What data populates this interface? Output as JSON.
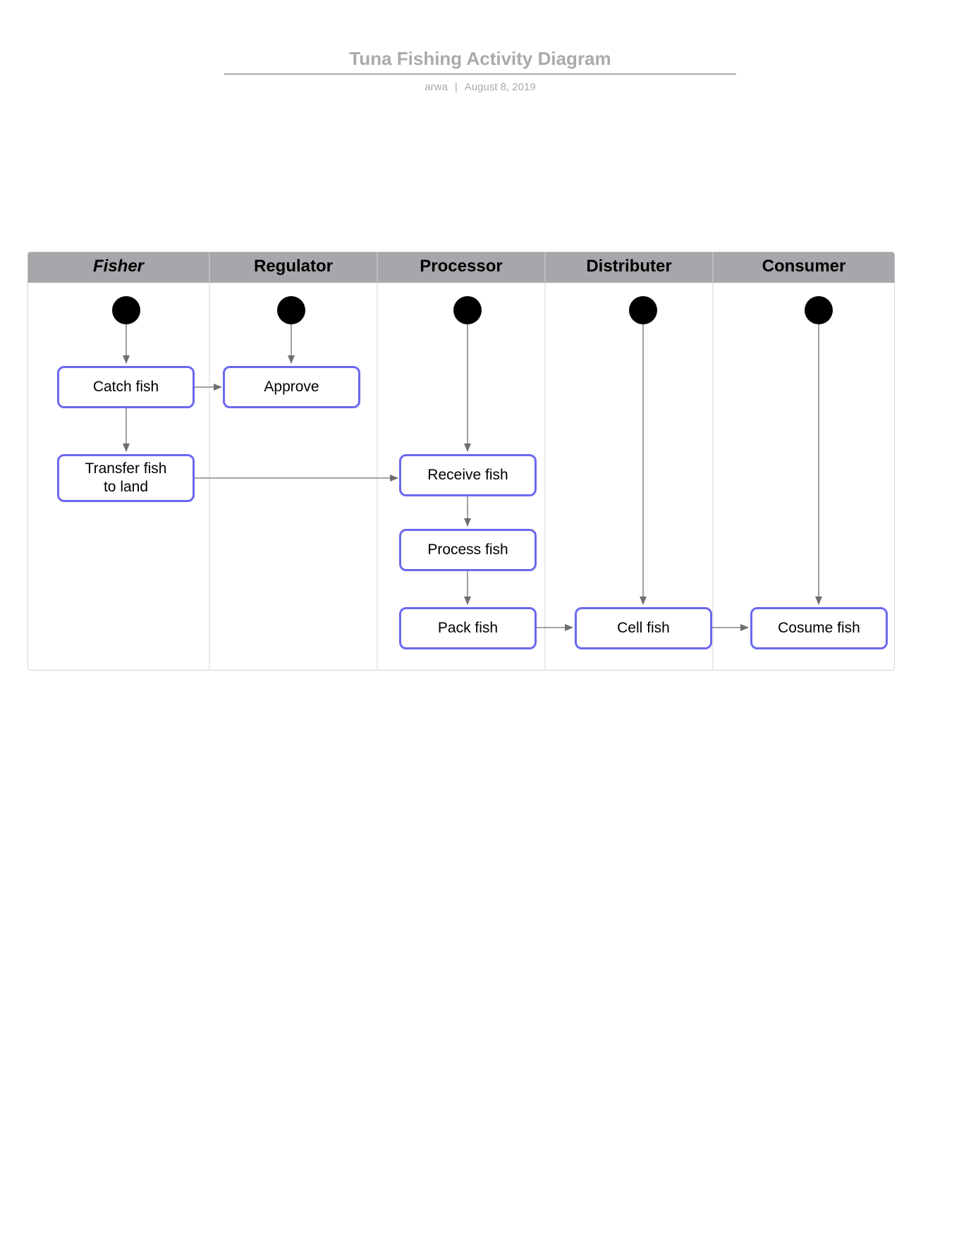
{
  "document": {
    "title": "Tuna Fishing Activity Diagram",
    "author": "arwa",
    "date": "August 8, 2019",
    "separator": "|"
  },
  "colors": {
    "lane_header_bg": "#a6a7ab",
    "activity_border": "#6a68ee",
    "arrow": "#6e6e6e",
    "start_node": "#000000",
    "title_text": "#aaaaaa"
  },
  "lanes": [
    {
      "id": "fisher",
      "label": "Fisher"
    },
    {
      "id": "regulator",
      "label": "Regulator"
    },
    {
      "id": "processor",
      "label": "Processor"
    },
    {
      "id": "distributer",
      "label": "Distributer"
    },
    {
      "id": "consumer",
      "label": "Consumer"
    }
  ],
  "activities": {
    "catch_fish": "Catch fish",
    "approve": "Approve",
    "transfer_fish_line1": "Transfer fish",
    "transfer_fish_line2": "to land",
    "receive_fish": "Receive fish",
    "process_fish": "Process fish",
    "pack_fish": "Pack fish",
    "cell_fish": "Cell fish",
    "consume_fish": "Cosume fish"
  },
  "flows": [
    {
      "from": "fisher-start",
      "to": "catch_fish"
    },
    {
      "from": "regulator-start",
      "to": "approve"
    },
    {
      "from": "catch_fish",
      "to": "approve"
    },
    {
      "from": "catch_fish",
      "to": "transfer_fish"
    },
    {
      "from": "transfer_fish",
      "to": "receive_fish"
    },
    {
      "from": "processor-start",
      "to": "receive_fish"
    },
    {
      "from": "receive_fish",
      "to": "process_fish"
    },
    {
      "from": "process_fish",
      "to": "pack_fish"
    },
    {
      "from": "pack_fish",
      "to": "cell_fish"
    },
    {
      "from": "distributer-start",
      "to": "cell_fish"
    },
    {
      "from": "cell_fish",
      "to": "consume_fish"
    },
    {
      "from": "consumer-start",
      "to": "consume_fish"
    }
  ]
}
